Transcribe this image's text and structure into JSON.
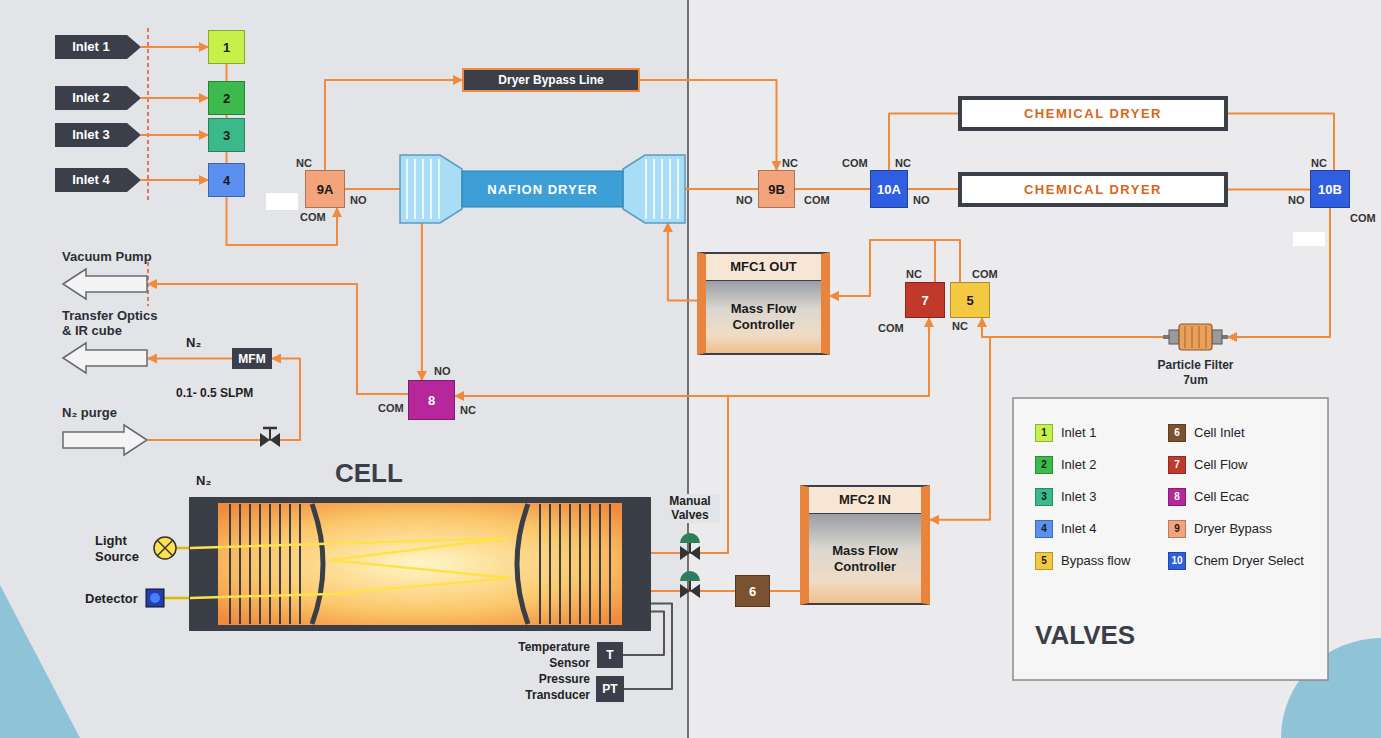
{
  "diagram": {
    "nodes": [
      {
        "text": [
          "Inlet 1"
        ]
      },
      {
        "text": [
          "1"
        ]
      },
      {
        "text": [
          "Inlet 2"
        ]
      },
      {
        "text": [
          "2"
        ]
      },
      {
        "text": [
          "Inlet 3"
        ]
      },
      {
        "text": [
          "3"
        ]
      },
      {
        "text": [
          "Inlet 4"
        ]
      },
      {
        "text": [
          "4"
        ]
      },
      {
        "text": [
          "Dryer Bypass Line"
        ]
      },
      {
        "text": [
          "9A"
        ]
      },
      {
        "text": [
          "NAFION DRYER"
        ]
      },
      {
        "text": [
          "9B"
        ]
      },
      {
        "text": [
          "10A"
        ]
      },
      {
        "text": [
          "CHEMICAL DRYER"
        ]
      },
      {
        "text": [
          "CHEMICAL DRYER"
        ]
      },
      {
        "text": [
          "10B"
        ]
      },
      {
        "text": [
          "Vacuum Pump"
        ]
      },
      {
        "text": [
          "Transfer Optics & IR cube"
        ]
      },
      {
        "text": [
          "N₂ purge"
        ]
      },
      {
        "text": [
          "MFM"
        ]
      },
      {
        "text": [
          "MFC1 OUT",
          "Mass Flow Controller"
        ]
      },
      {
        "text": [
          "7"
        ]
      },
      {
        "text": [
          "5"
        ]
      },
      {
        "text": [
          "8"
        ]
      },
      {
        "text": [
          "Particle Filter 7um"
        ]
      },
      {
        "text": [
          "CELL"
        ]
      },
      {
        "text": [
          "MFC2 IN",
          "Mass Flow Controller"
        ]
      },
      {
        "text": [
          "6"
        ]
      },
      {
        "text": [
          "T"
        ]
      },
      {
        "text": [
          "PT"
        ]
      }
    ],
    "edges": [
      {
        "from": 0,
        "to": 1,
        "arrow": "to"
      },
      {
        "from": 2,
        "to": 3,
        "arrow": "to"
      },
      {
        "from": 4,
        "to": 5,
        "arrow": "to"
      },
      {
        "from": 6,
        "to": 7,
        "arrow": "to"
      },
      {
        "from": 1,
        "to": 3,
        "arrow": "none"
      },
      {
        "from": 3,
        "to": 5,
        "arrow": "none"
      },
      {
        "from": 5,
        "to": 7,
        "arrow": "none"
      },
      {
        "from": 7,
        "to": 9,
        "arrow": "to"
      },
      {
        "from": 9,
        "to": 8,
        "arrow": "to"
      },
      {
        "from": 8,
        "to": 11,
        "arrow": "to"
      },
      {
        "from": 9,
        "to": 10,
        "arrow": "none"
      },
      {
        "from": 10,
        "to": 11,
        "arrow": "none"
      },
      {
        "from": 11,
        "to": 12,
        "arrow": "none"
      },
      {
        "from": 12,
        "to": 13,
        "arrow": "none"
      },
      {
        "from": 12,
        "to": 14,
        "arrow": "none"
      },
      {
        "from": 13,
        "to": 15,
        "arrow": "none"
      },
      {
        "from": 14,
        "to": 15,
        "arrow": "none"
      },
      {
        "from": 15,
        "to": 24,
        "arrow": "to"
      },
      {
        "from": 24,
        "to": 22,
        "arrow": "to"
      },
      {
        "from": 24,
        "to": 26,
        "arrow": "to"
      },
      {
        "from": 22,
        "to": 20,
        "arrow": "to"
      },
      {
        "from": 21,
        "to": 20,
        "arrow": "to"
      },
      {
        "from": 20,
        "to": 10,
        "arrow": "to"
      },
      {
        "from": 10,
        "to": 23,
        "arrow": "to"
      },
      {
        "from": 23,
        "to": 16,
        "arrow": "to"
      },
      {
        "from": 25,
        "to": 21,
        "arrow": "to"
      },
      {
        "from": 25,
        "to": 23,
        "arrow": "to"
      },
      {
        "from": 26,
        "to": 27,
        "arrow": "none"
      },
      {
        "from": 27,
        "to": 25,
        "arrow": "none"
      },
      {
        "from": 25,
        "to": 28,
        "arrow": "none"
      },
      {
        "from": 25,
        "to": 29,
        "arrow": "none"
      },
      {
        "from": 18,
        "to": 19,
        "arrow": "to"
      },
      {
        "from": 19,
        "to": 17,
        "arrow": "to"
      }
    ],
    "labels": [
      "NC",
      "NO",
      "COM",
      "NC",
      "NO",
      "COM",
      "COM",
      "NC",
      "NO",
      "NC",
      "NO",
      "COM",
      "NC",
      "COM",
      "COM",
      "NC",
      "NO",
      "COM",
      "NC",
      "N₂",
      "0.1- 0.5 SLPM",
      "N₂",
      "Light Source",
      "Detector",
      "Manual Valves",
      "Temperature",
      "Sensor",
      "Pressure",
      "Transducer",
      "1",
      "2",
      "3",
      "4",
      "5",
      "6",
      "7",
      "8",
      "9",
      "10",
      "VALVES"
    ],
    "legend": [
      {
        "text": "Inlet 1",
        "color": "#c6f04a"
      },
      {
        "text": "Inlet 2",
        "color": "#3cba4c"
      },
      {
        "text": "Inlet 3",
        "color": "#3bb98b"
      },
      {
        "text": "Inlet 4",
        "color": "#5b90f0"
      },
      {
        "text": "Bypass flow",
        "color": "#f5c842"
      },
      {
        "text": "Cell Inlet",
        "color": "#7a5230"
      },
      {
        "text": "Cell Flow",
        "color": "#c0392b"
      },
      {
        "text": "Cell Ecac",
        "color": "#b5279a"
      },
      {
        "text": "Dryer Bypass",
        "color": "#f4a47c"
      },
      {
        "text": "Chem Dryer Select",
        "color": "#2f5fe0"
      }
    ]
  }
}
